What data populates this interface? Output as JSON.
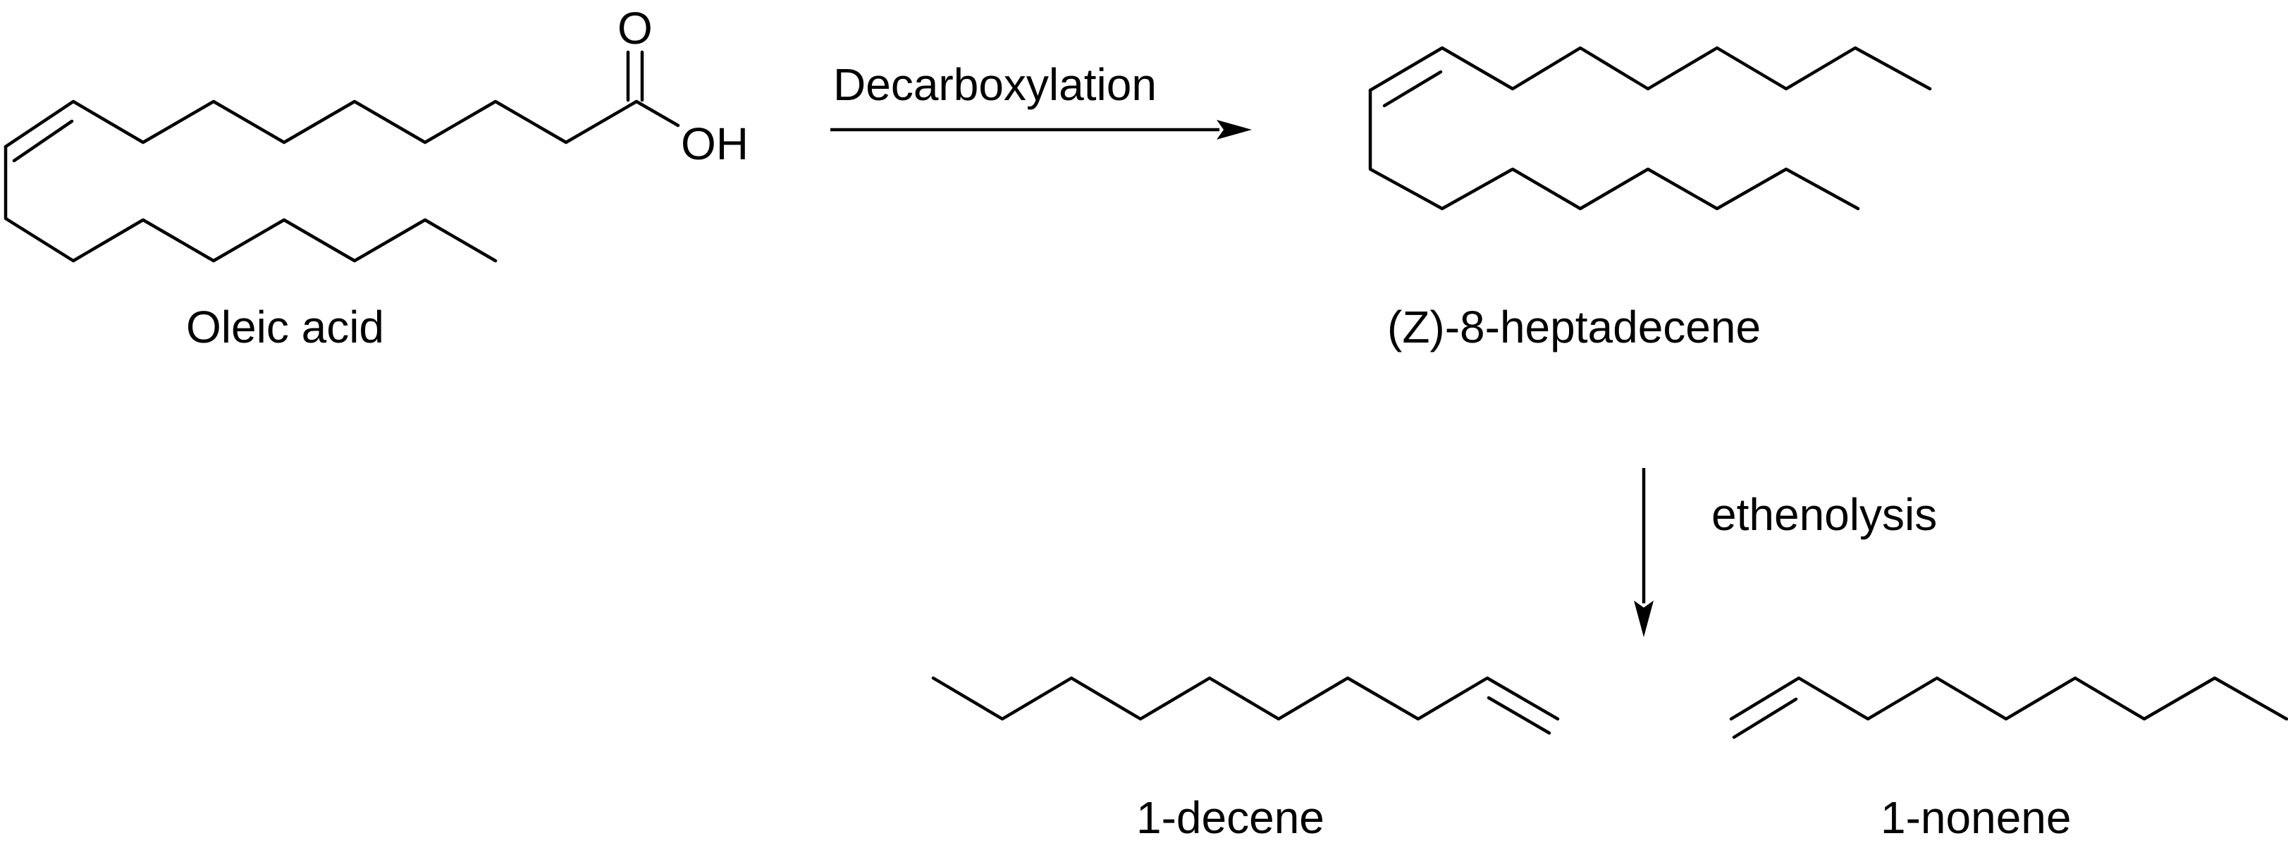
{
  "reaction": {
    "step1_label": "Decarboxylation",
    "step2_label": "ethenolysis"
  },
  "compounds": {
    "oleic_acid": {
      "name": "Oleic acid",
      "atom_o": "O",
      "atom_oh": "OH"
    },
    "heptadecene": {
      "name": "(Z)-8-heptadecene"
    },
    "decene": {
      "name": "1-decene"
    },
    "nonene": {
      "name": "1-nonene"
    }
  }
}
